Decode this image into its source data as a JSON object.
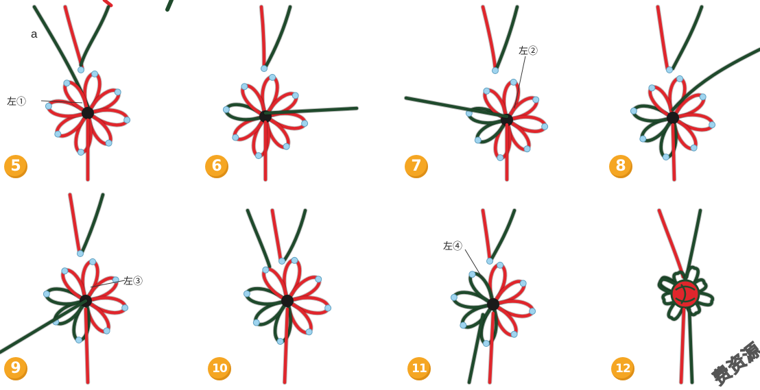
{
  "colors": {
    "red_cord": "#e0262c",
    "green_cord": "#1f4a2c",
    "bead": "#9fd4ef",
    "badge": "#f5a623"
  },
  "corner_label": "a",
  "steps": [
    {
      "number": "5",
      "callout": "左①"
    },
    {
      "number": "6",
      "callout": ""
    },
    {
      "number": "7",
      "callout": "左②"
    },
    {
      "number": "8",
      "callout": ""
    },
    {
      "number": "9",
      "callout": "左③"
    },
    {
      "number": "10",
      "callout": ""
    },
    {
      "number": "11",
      "callout": "左④"
    },
    {
      "number": "12",
      "callout": ""
    }
  ],
  "watermark": "费资源"
}
